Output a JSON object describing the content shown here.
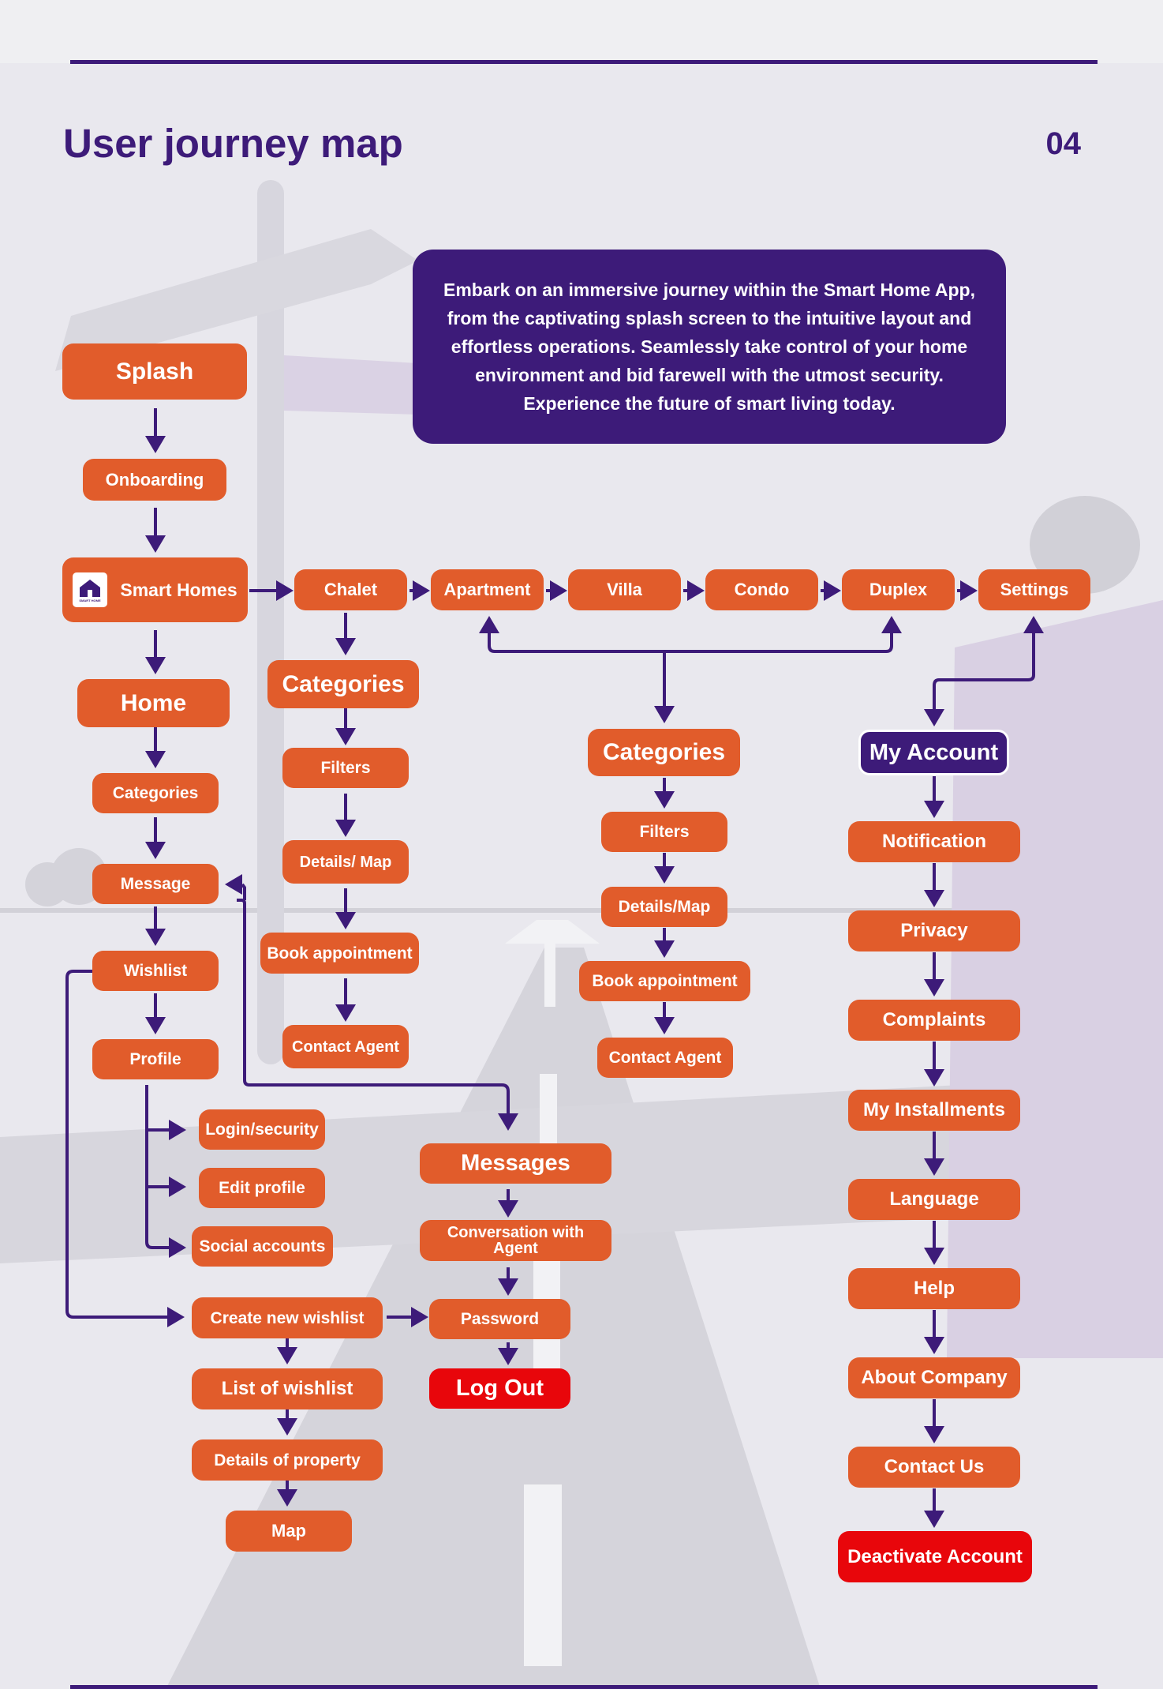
{
  "header": {
    "title": "User journey map",
    "page_number": "04"
  },
  "intro_text": "Embark on an immersive journey within the Smart Home App, from the captivating splash screen to the intuitive layout and effortless operations. Seamlessly take control of your home environment and bid farewell with the utmost security. Experience the future of smart living today.",
  "nodes": {
    "splash": "Splash",
    "onboarding": "Onboarding",
    "smart_homes": "Smart Homes",
    "logo_text": "SMART HOME",
    "home": "Home",
    "categories": "Categories",
    "message": "Message",
    "wishlist": "Wishlist",
    "profile": "Profile",
    "login_security": "Login/security",
    "edit_profile": "Edit profile",
    "social_accounts": "Social accounts",
    "create_new_wishlist": "Create new wishlist",
    "list_of_wishlist": "List of wishlist",
    "details_of_property": "Details of property",
    "map": "Map",
    "chalet": "Chalet",
    "apartment": "Apartment",
    "villa": "Villa",
    "condo": "Condo",
    "duplex": "Duplex",
    "settings": "Settings",
    "chalet_categories": "Categories",
    "chalet_filters": "Filters",
    "chalet_details_map": "Details/ Map",
    "chalet_book_appointment": "Book appointment",
    "chalet_contact_agent": "Contact Agent",
    "property_categories": "Categories",
    "property_filters": "Filters",
    "property_details_map": "Details/Map",
    "property_book_appointment": "Book appointment",
    "property_contact_agent": "Contact Agent",
    "messages": "Messages",
    "conversation_with_agent": "Conversation with Agent",
    "password": "Password",
    "log_out": "Log Out",
    "my_account": "My Account",
    "notification": "Notification",
    "privacy": "Privacy",
    "complaints": "Complaints",
    "my_installments": "My Installments",
    "language": "Language",
    "help": "Help",
    "about_company": "About Company",
    "contact_us": "Contact Us",
    "deactivate_account": "Deactivate Account"
  },
  "colors": {
    "primary": "#3d1b79",
    "node": "#e15c2b",
    "danger": "#e8060b",
    "background": "#e9e8ee"
  }
}
